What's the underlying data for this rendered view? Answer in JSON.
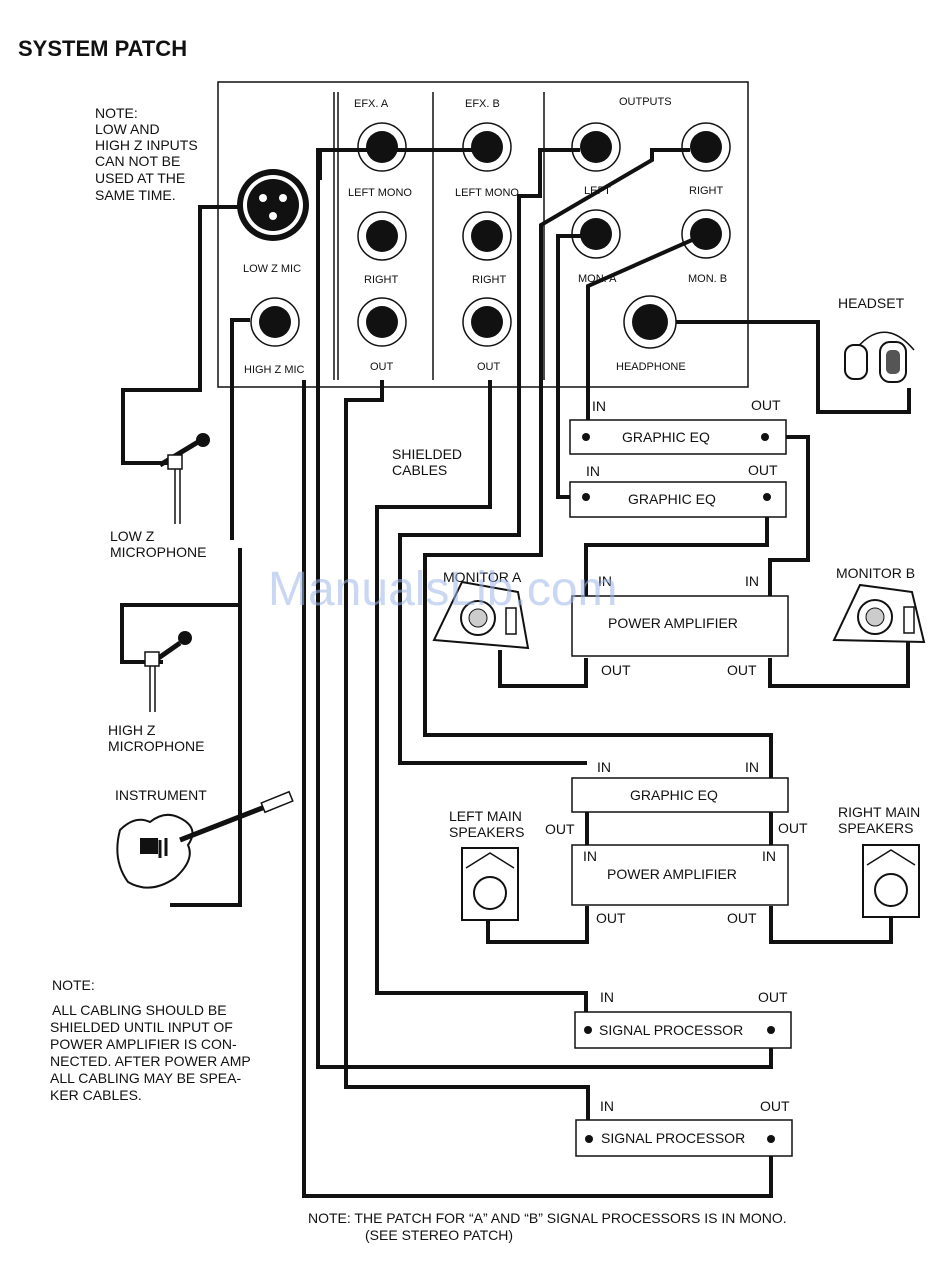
{
  "title": "SYSTEM PATCH",
  "note_top": [
    "NOTE:",
    "LOW AND",
    "HIGH Z INPUTS",
    "CAN NOT BE",
    "USED AT THE",
    "SAME TIME."
  ],
  "panel": {
    "efx_a": "EFX. A",
    "efx_b": "EFX. B",
    "outputs": "OUTPUTS",
    "low_z_mic": "LOW Z MIC",
    "high_z_mic": "HIGH Z MIC",
    "left_mono_a": "LEFT MONO",
    "right_a": "RIGHT",
    "out_a": "OUT",
    "left_mono_b": "LEFT MONO",
    "right_b": "RIGHT",
    "out_b": "OUT",
    "left": "LEFT",
    "right": "RIGHT",
    "mon_a": "MON. A",
    "mon_b": "MON. B",
    "headphone": "HEADPHONE"
  },
  "labels": {
    "headset": "HEADSET",
    "low_z_microphone": [
      "LOW Z",
      "MICROPHONE"
    ],
    "high_z_microphone": [
      "HIGH Z",
      "MICROPHONE"
    ],
    "instrument": "INSTRUMENT",
    "shielded_cables": [
      "SHIELDED",
      "CABLES"
    ],
    "monitor_a": "MONITOR A",
    "monitor_b": "MONITOR B",
    "left_main_speakers": [
      "LEFT MAIN",
      "SPEAKERS"
    ],
    "right_main_speakers": [
      "RIGHT MAIN",
      "SPEAKERS"
    ]
  },
  "boxes": {
    "graphic_eq": "GRAPHIC EQ",
    "power_amplifier": "POWER AMPLIFIER",
    "signal_processor": "SIGNAL PROCESSOR",
    "in": "IN",
    "out": "OUT"
  },
  "note_bottom_left": [
    "NOTE:",
    "ALL CABLING SHOULD BE",
    "SHIELDED UNTIL INPUT OF",
    "POWER AMPLIFIER IS CON-",
    "NECTED. AFTER POWER AMP",
    "ALL CABLING MAY BE SPEA-",
    "KER CABLES."
  ],
  "note_footer": [
    "NOTE: THE PATCH FOR “A” AND “B” SIGNAL PROCESSORS IS IN MONO.",
    "(SEE STEREO PATCH)"
  ],
  "watermark": "ManualsLib.com"
}
